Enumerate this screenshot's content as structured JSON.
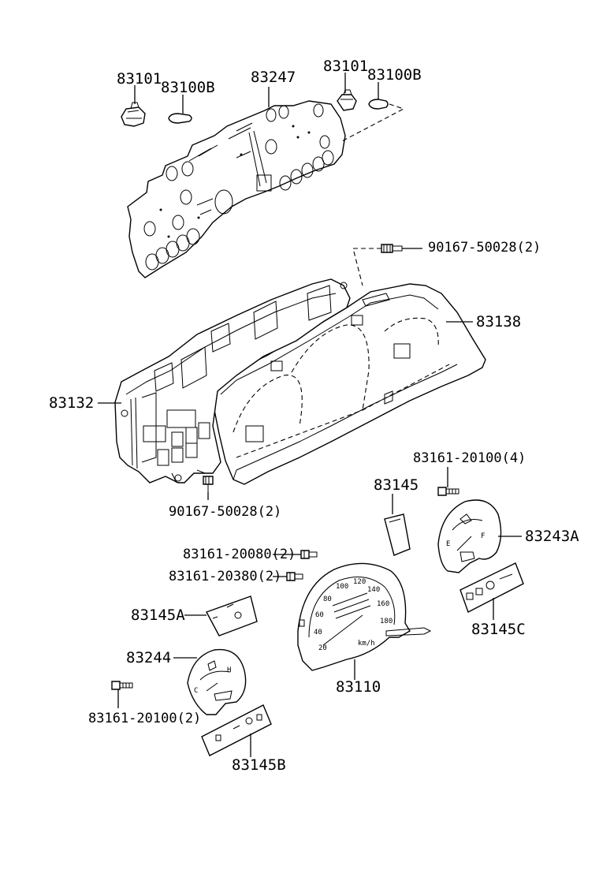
{
  "labels": {
    "p83101_left": "83101",
    "p83100b_left": "83100B",
    "p83247": "83247",
    "p83101_right": "83101",
    "p83100b_right": "83100B",
    "p90167_top": "90167-50028(2)",
    "p83138": "83138",
    "p83132": "83132",
    "p83161_20100_top": "83161-20100(4)",
    "p90167_bottom": "90167-50028(2)",
    "p83145": "83145",
    "p83243a": "83243A",
    "p83161_20080": "83161-20080(2)",
    "p83161_20380": "83161-20380(2)",
    "p83145a": "83145A",
    "p83145c": "83145C",
    "p83244": "83244",
    "p83110": "83110",
    "p83161_20100_bottom": "83161-20100(2)",
    "p83145b": "83145B"
  },
  "speedometer_scale": [
    "20",
    "40",
    "60",
    "80",
    "100",
    "120",
    "140",
    "160",
    "180"
  ],
  "speedometer_unit": "km/h",
  "fuel_gauge_marks": {
    "empty": "E",
    "full": "F"
  },
  "temp_gauge_marks": {
    "cold": "C",
    "hot": "H"
  }
}
